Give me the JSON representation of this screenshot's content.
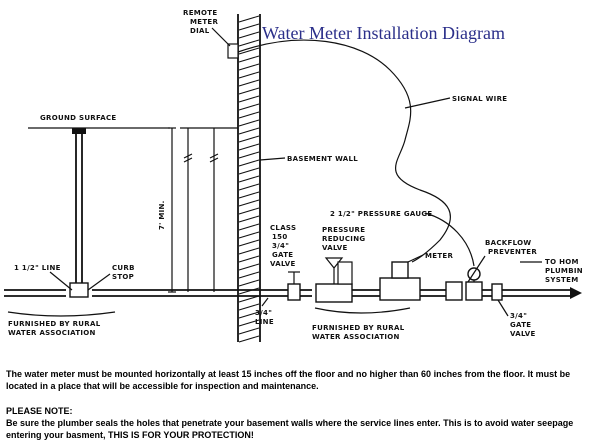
{
  "diagram": {
    "title": "Water Meter Installation Diagram",
    "labels": {
      "remote_meter_dial": [
        "REMOTE",
        "METER",
        "DIAL"
      ],
      "signal_wire": "SIGNAL WIRE",
      "ground_surface": "GROUND SURFACE",
      "basement_wall": "BASEMENT WALL",
      "seven_min": "7' MIN.",
      "pressure_gauge": "2 1/2\" PRESSURE GAUGE",
      "class_gate_valve": [
        "CLASS",
        "150",
        "3/4\"",
        "GATE",
        "VALVE"
      ],
      "pressure_reducing_valve": [
        "PRESSURE",
        "REDUCING",
        "VALVE"
      ],
      "meter": "METER",
      "backflow_preventer": [
        "BACKFLOW",
        "PREVENTER"
      ],
      "to_home_plumbing": [
        "TO HOM",
        "PLUMBIN",
        "SYSTEM"
      ],
      "line_1_5": "1 1/2\" LINE",
      "curb_stop": [
        "CURB",
        "STOP"
      ],
      "line_3_4": [
        "3/4\"",
        "LINE"
      ],
      "furnished_left": [
        "FURNISHED BY RURAL",
        "WATER ASSOCIATION"
      ],
      "furnished_mid": [
        "FURNISHED BY RURAL",
        "WATER ASSOCIATION"
      ],
      "gate_valve_right": [
        "3/4\"",
        "GATE",
        "VALVE"
      ]
    }
  },
  "notes": {
    "paragraph1": "The water meter must be mounted horizontally at least 15 inches off the floor and no higher than 60 inches from the floor.  It must be located in a place that will be accessible for inspection and maintenance.",
    "heading": "PLEASE NOTE:",
    "paragraph2": "Be sure the plumber seals the holes that penetrate your basement walls where the service lines enter.  This is to avoid water seepage entering your basment, THIS IS FOR YOUR PROTECTION!"
  }
}
